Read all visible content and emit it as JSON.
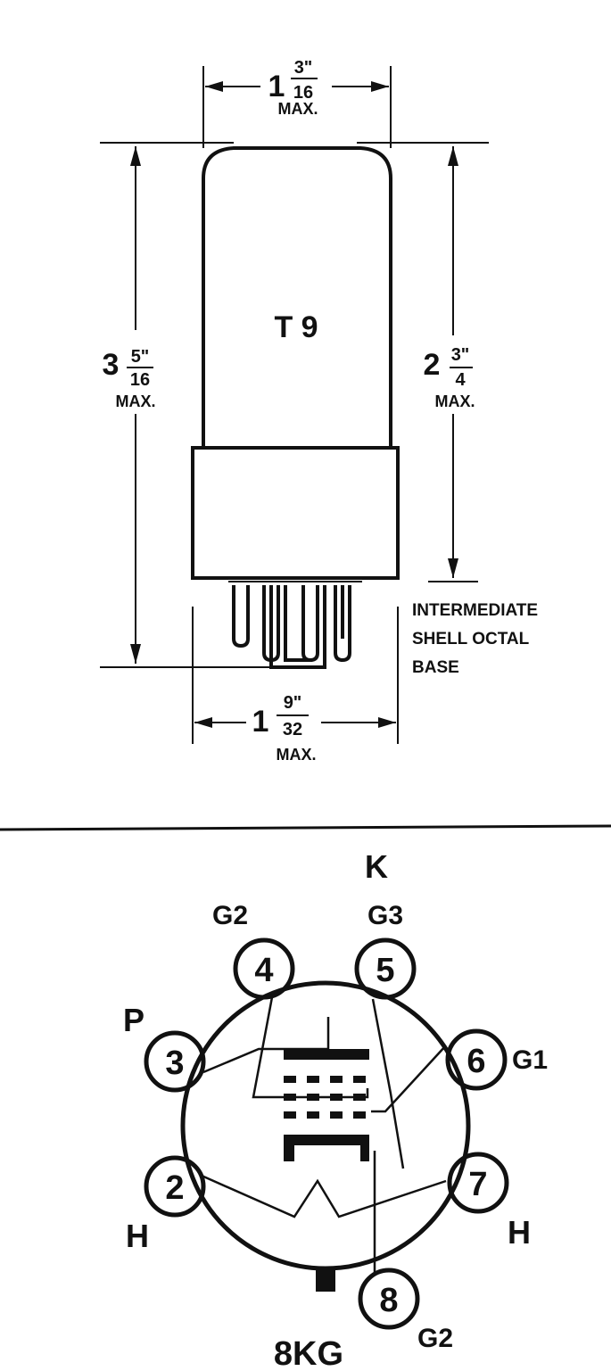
{
  "top_diagram": {
    "bulb_label": "T 9",
    "width_max": {
      "whole": "1",
      "numerator": "3\"",
      "denominator": "16",
      "note": "MAX."
    },
    "height_total": {
      "whole": "3",
      "numerator": "5\"",
      "denominator": "16",
      "note": "MAX."
    },
    "height_seated": {
      "whole": "2",
      "numerator": "3\"",
      "denominator": "4",
      "note": "MAX."
    },
    "base_width": {
      "whole": "1",
      "numerator": "9\"",
      "denominator": "32",
      "note": "MAX."
    },
    "base_note": [
      "INTERMEDIATE",
      "SHELL OCTAL",
      "BASE"
    ]
  },
  "basing_diagram": {
    "code": "8KG",
    "pins": [
      {
        "number": "2",
        "label": "H"
      },
      {
        "number": "3",
        "label": "P"
      },
      {
        "number": "4",
        "label": "G2"
      },
      {
        "number": "5",
        "label": "G3",
        "label_extra": "K"
      },
      {
        "number": "6",
        "label": "G1"
      },
      {
        "number": "7",
        "label": "H"
      },
      {
        "number": "8",
        "label": "G2"
      }
    ]
  }
}
